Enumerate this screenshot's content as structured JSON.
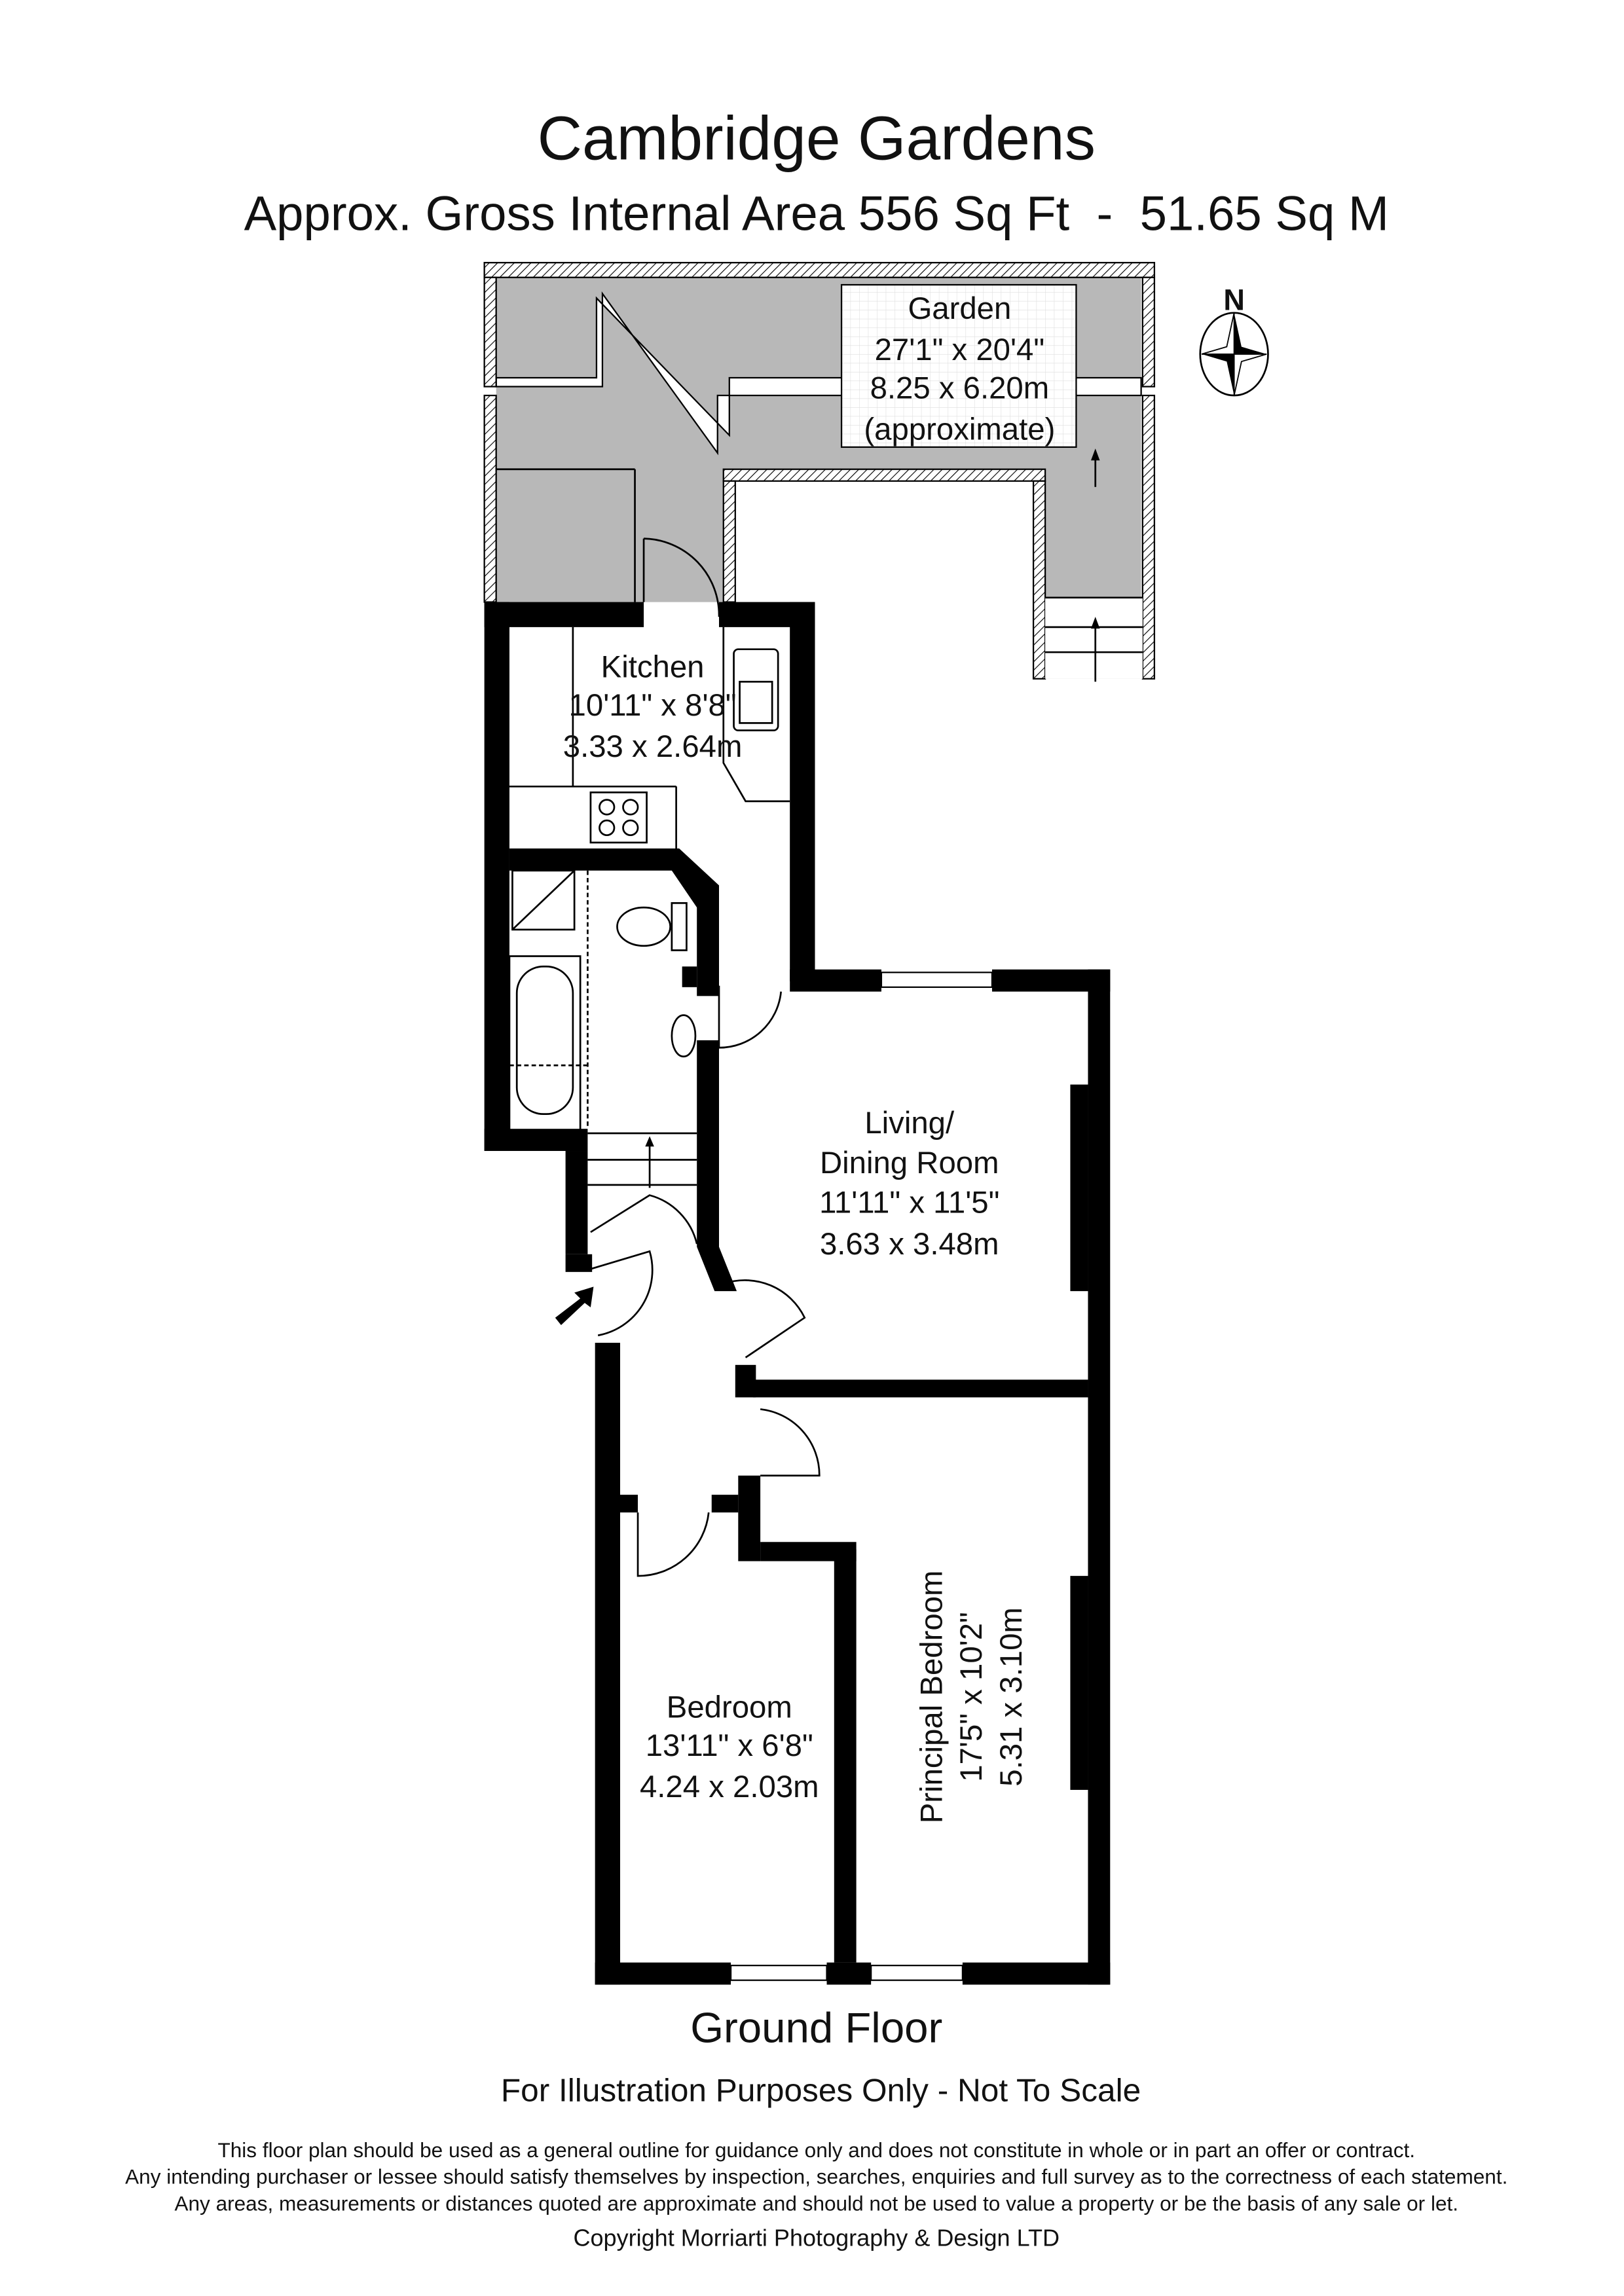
{
  "header": {
    "title": "Cambridge Gardens",
    "subtitle": "Approx. Gross Internal Area 556 Sq Ft  -  51.65 Sq M"
  },
  "compass": {
    "label": "N",
    "icon": "compass-rose-icon"
  },
  "rooms": {
    "garden": {
      "name": "Garden",
      "imperial": "27'1\" x 20'4\"",
      "metric": "8.25 x 6.20m",
      "note": "(approximate)"
    },
    "kitchen": {
      "name": "Kitchen",
      "imperial": "10'11\" x 8'8\"",
      "metric": "3.33 x 2.64m"
    },
    "living": {
      "name_line1": "Living/",
      "name_line2": "Dining Room",
      "imperial": "11'11\" x 11'5\"",
      "metric": "3.63 x 3.48m"
    },
    "bedroom": {
      "name": "Bedroom",
      "imperial": "13'11\" x 6'8\"",
      "metric": "4.24 x 2.03m"
    },
    "principal": {
      "name": "Principal Bedroom",
      "imperial": "17'5\" x 10'2\"",
      "metric": "5.31 x 3.10m"
    }
  },
  "floor_label": "Ground Floor",
  "scale_note": "For Illustration Purposes Only - Not To Scale",
  "disclaimer": [
    "This floor plan should be used as a general outline for guidance only and does not constitute in whole or in part an offer or contract.",
    "Any intending purchaser or lessee should satisfy themselves by inspection, searches, enquiries and full survey as to the correctness of each statement.",
    "Any areas, measurements or distances quoted are approximate and should not be used to value a property or be the basis of any sale or let."
  ],
  "copyright": "Copyright Morriarti Photography & Design LTD",
  "colors": {
    "garden_fill": "#b8b8b8",
    "walls": "#000000"
  }
}
